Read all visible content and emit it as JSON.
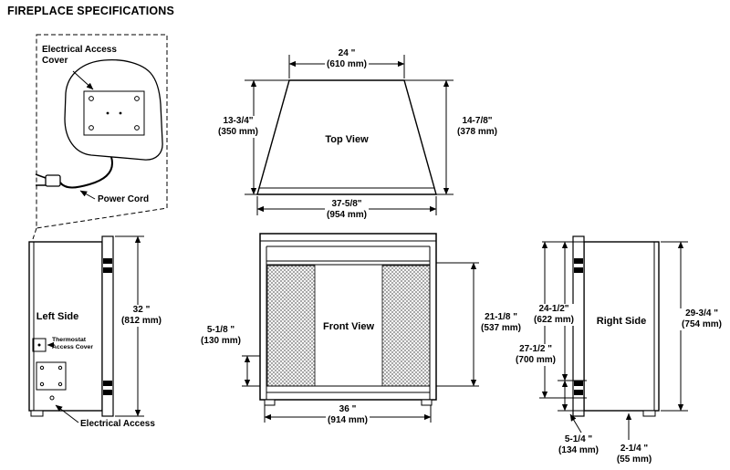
{
  "title": "FIREPLACE SPECIFICATIONS",
  "detail": {
    "electrical_access_cover": {
      "l1": "Electrical Access",
      "l2": "Cover"
    },
    "power_cord": "Power Cord"
  },
  "left_side": {
    "label": "Left Side",
    "height": {
      "l1": "32 \"",
      "l2": "(812 mm)"
    },
    "thermostat": {
      "l1": "Thermostat",
      "l2": "Access Cover"
    },
    "electrical_access": "Electrical Access"
  },
  "top_view": {
    "label": "Top View",
    "width_top": {
      "l1": "24 \"",
      "l2": "(610 mm)"
    },
    "depth_left": {
      "l1": "13-3/4\"",
      "l2": "(350 mm)"
    },
    "depth_right": {
      "l1": "14-7/8\"",
      "l2": "(378 mm)"
    },
    "width_bottom": {
      "l1": "37-5/8\"",
      "l2": "(954 mm)"
    }
  },
  "front_view": {
    "label": "Front View",
    "lower_height": {
      "l1": "5-1/8 \"",
      "l2": "(130 mm)"
    },
    "opening_height": {
      "l1": "21-1/8 \"",
      "l2": "(537 mm)"
    },
    "width": {
      "l1": "36 \"",
      "l2": "(914 mm)"
    }
  },
  "right_side": {
    "label": "Right Side",
    "upper_height": {
      "l1": "24-1/2\"",
      "l2": "(622 mm)"
    },
    "mid_height": {
      "l1": "27-1/2 \"",
      "l2": "(700 mm)"
    },
    "total_height": {
      "l1": "29-3/4 \"",
      "l2": "(754 mm)"
    },
    "base_height": {
      "l1": "5-1/4 \"",
      "l2": "(134 mm)"
    },
    "foot_height": {
      "l1": "2-1/4 \"",
      "l2": "(55 mm)"
    }
  }
}
